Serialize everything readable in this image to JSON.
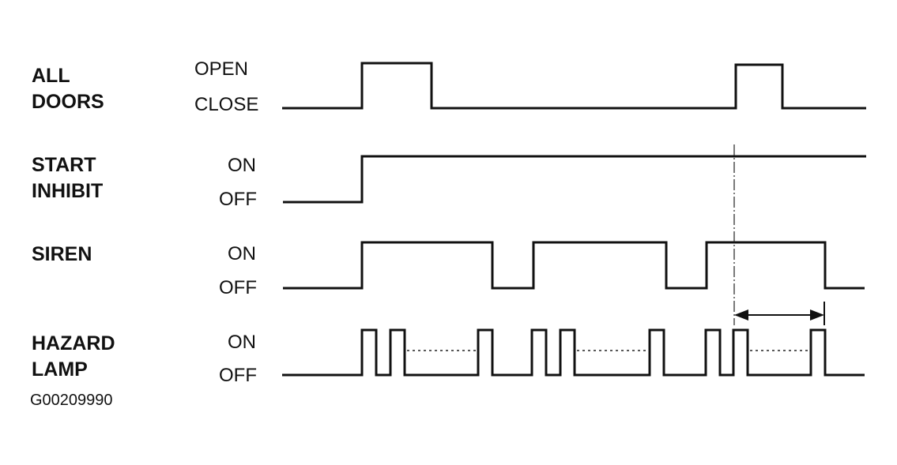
{
  "signals": [
    {
      "id": "all-doors",
      "name_lines": [
        "ALL",
        "DOORS"
      ],
      "high_label": "OPEN",
      "low_label": "CLOSE"
    },
    {
      "id": "start-inhibit",
      "name_lines": [
        "START",
        "INHIBIT"
      ],
      "high_label": "ON",
      "low_label": "OFF"
    },
    {
      "id": "siren",
      "name_lines": [
        "SIREN"
      ],
      "high_label": "ON",
      "low_label": "OFF"
    },
    {
      "id": "hazard-lamp",
      "name_lines": [
        "HAZARD",
        "LAMP"
      ],
      "high_label": "ON",
      "low_label": "OFF"
    }
  ],
  "figure_id": "G00209990",
  "colors": {
    "line": "#111111",
    "background": "#ffffff"
  }
}
